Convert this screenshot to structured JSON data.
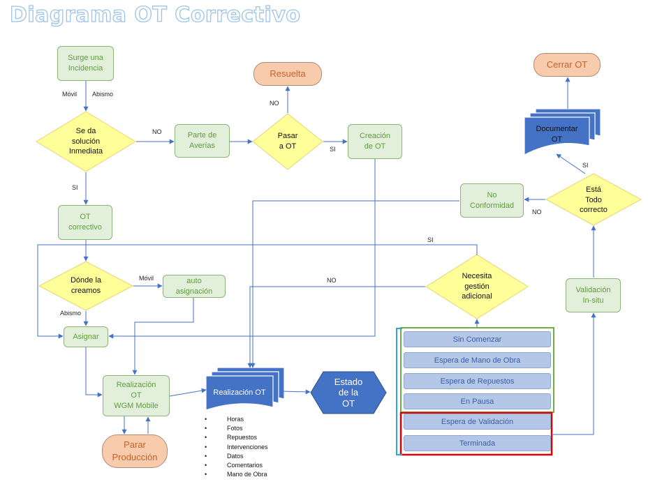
{
  "title": "Diagrama OT Correctivo",
  "nodes": {
    "incidencia": "Surge una\nIncidencia",
    "solucion": "Se da\nsolución\nInmediata",
    "parte": "Parte de\nAverías",
    "pasar": "Pasar\na OT",
    "resuelta": "Resuelta",
    "creacion": "Creación\nde OT",
    "ot_correctivo": "OT\ncorrectivo",
    "donde": "Dónde la\ncreamos",
    "auto": "auto\nasignación",
    "asignar": "Asignar",
    "realizacion_wgm": "Realización\nOT\nWGM Mobile",
    "parar": "Parar\nProducción",
    "realizacion_ot": "Realización OT",
    "estado": "Estado\nde la\nOT",
    "necesita": "Necesita\ngestión\nadicional",
    "no_conformidad": "No\nConformidad",
    "esta_correcto": "Está\nTodo\ncorrecto",
    "documentar": "Documentar\nOT",
    "cerrar": "Cerrar OT",
    "validacion": "Validación\nIn-situ"
  },
  "statuses": [
    "Sin Comenzar",
    "Espera de Mano de Obra",
    "Espera de Repuestos",
    "En Pausa",
    "Espera de Validación",
    "Terminada"
  ],
  "bullets": [
    "Horas",
    "Fotos",
    "Repuestos",
    "Intervenciones",
    "Datos",
    "Comentarios",
    "Mano de Obra"
  ],
  "edge_labels": {
    "movil_top": "Móvil",
    "abismo_top": "Abismo",
    "no_parte": "NO",
    "no_resuelta": "NO",
    "si_creacion": "SI",
    "si_ot": "SI",
    "movil_auto": "Móvil",
    "abismo_asignar": "Abismo",
    "si_necesita": "SI",
    "no_necesita": "NO",
    "no_conformidad": "NO",
    "si_documentar": "SI"
  },
  "colors": {
    "connector": "#4472c4",
    "process_fill": "#e2efda",
    "decision_fill": "#ffff99",
    "terminal_fill": "#f8cbad",
    "status_fill": "#b4c7e7",
    "dark_blue": "#4472c4",
    "group_green": "#70ad47",
    "group_red": "#e00000",
    "bracket_cyan": "#2aa7df"
  }
}
